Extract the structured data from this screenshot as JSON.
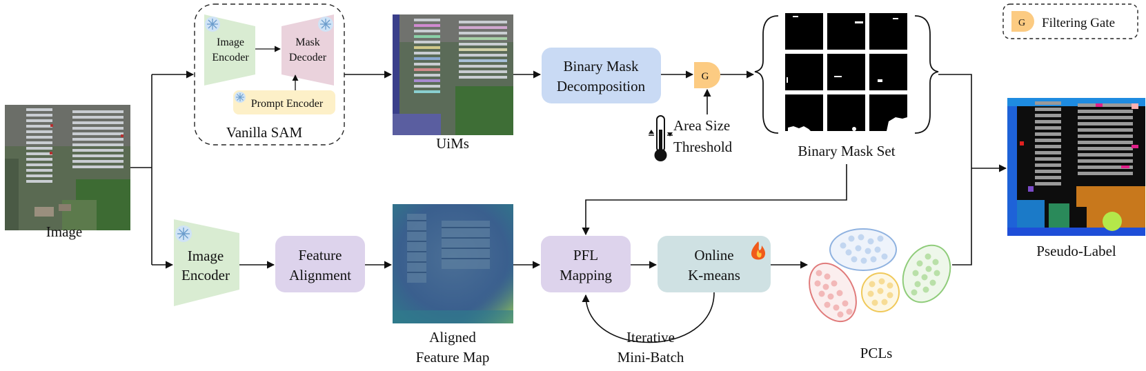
{
  "legend": {
    "gate_symbol": "G",
    "label": "Filtering Gate"
  },
  "sam": {
    "title": "Vanilla SAM",
    "image_encoder": [
      "Image",
      "Encoder"
    ],
    "mask_decoder": [
      "Mask",
      "Decoder"
    ],
    "prompt_encoder": "Prompt Encoder"
  },
  "input_label": "Image",
  "uims_label": "UiMs",
  "binary_mask_decomposition": [
    "Binary Mask",
    "Decomposition"
  ],
  "gate_symbol": "G",
  "threshold": [
    "Area Size",
    "Threshold"
  ],
  "binary_mask_set_label": "Binary Mask Set",
  "pseudo_label_label": "Pseudo-Label",
  "image_encoder": [
    "Image",
    "Encoder"
  ],
  "feature_alignment": [
    "Feature",
    "Alignment"
  ],
  "aligned_feature_map": [
    "Aligned",
    "Feature Map"
  ],
  "pfl_mapping": [
    "PFL",
    "Mapping"
  ],
  "online_kmeans": [
    "Online",
    "K-means"
  ],
  "iterative": [
    "Iterative",
    "Mini-Batch"
  ],
  "pcls_label": "PCLs",
  "colors": {
    "encoder_green": "#d9ecd2",
    "decoder_pink": "#ead2dc",
    "prompt_yellow": "#fdf0c8",
    "decomposition_blue": "#c9daf4",
    "purple_box": "#ddd3ec",
    "kmeans_box": "#cfe1e3",
    "gate_orange": "#fccb82"
  }
}
